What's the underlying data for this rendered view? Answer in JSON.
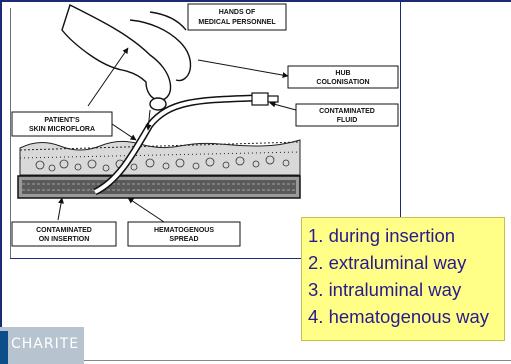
{
  "diagram": {
    "labels": {
      "hands": [
        "HANDS OF",
        "MEDICAL PERSONNEL"
      ],
      "hub": [
        "HUB",
        "COLONISATION"
      ],
      "fluid": [
        "CONTAMINATED",
        "FLUID"
      ],
      "skin": [
        "PATIENT'S",
        "SKIN MICROFLORA"
      ],
      "insertion": [
        "CONTAMINATED",
        "ON INSERTION"
      ],
      "hematogenous": [
        "HEMATOGENOUS",
        "SPREAD"
      ]
    }
  },
  "legend": {
    "items": [
      "1. during insertion",
      "2. extraluminal way",
      "3. intraluminal way",
      "4. hematogenous way"
    ]
  },
  "logo": {
    "text": "CHARITE"
  }
}
